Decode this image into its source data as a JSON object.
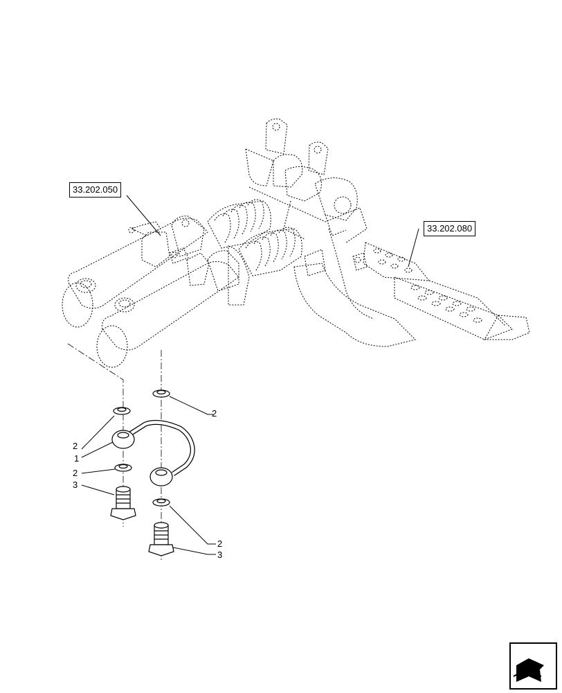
{
  "references": {
    "ref_left": "33.202.050",
    "ref_right": "33.202.080"
  },
  "callouts": {
    "c1": "2",
    "c2": "2",
    "c3": "1",
    "c4": "2",
    "c5": "3",
    "c6": "2",
    "c7": "3"
  },
  "icons": {
    "nav": "previous-view-arrow-icon"
  }
}
